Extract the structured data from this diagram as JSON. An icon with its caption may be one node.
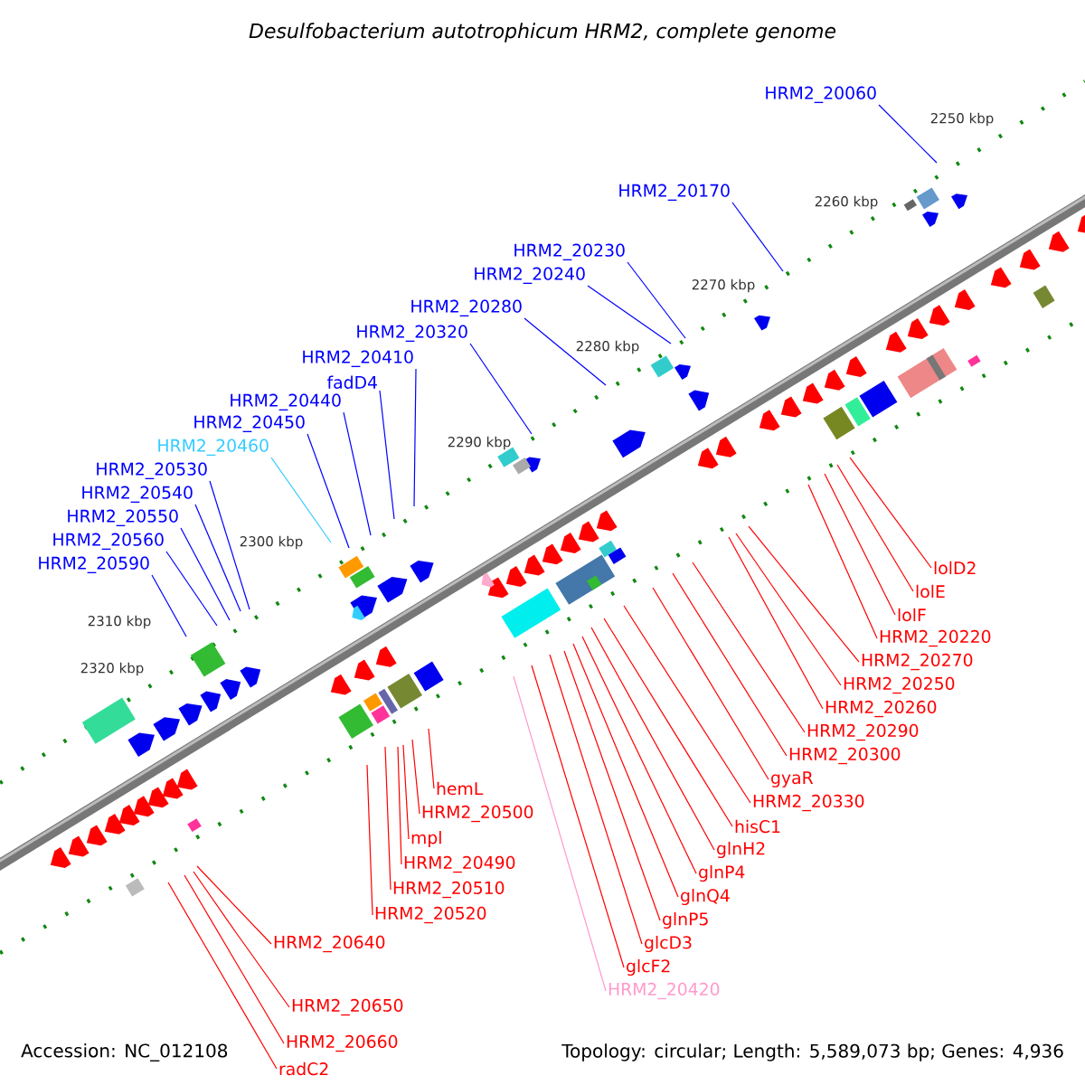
{
  "diagram": {
    "title": "Desulfobacterium autotrophicum HRM2, complete genome",
    "nodes": [
      {
        "text": [
          "HRM2_20060"
        ]
      },
      {
        "text": [
          "HRM2_20170"
        ]
      },
      {
        "text": [
          "HRM2_20230"
        ]
      },
      {
        "text": [
          "HRM2_20240"
        ]
      },
      {
        "text": [
          "HRM2_20280"
        ]
      },
      {
        "text": [
          "HRM2_20320"
        ]
      },
      {
        "text": [
          "HRM2_20410"
        ]
      },
      {
        "text": [
          "fadD4"
        ]
      },
      {
        "text": [
          "HRM2_20440"
        ]
      },
      {
        "text": [
          "HRM2_20450"
        ]
      },
      {
        "text": [
          "HRM2_20540"
        ]
      },
      {
        "text": [
          "HRM2_20460"
        ]
      },
      {
        "text": [
          "HRM2_20560"
        ]
      },
      {
        "text": [
          "HRM2_20530"
        ]
      },
      {
        "text": [
          "HRM2_20550"
        ]
      },
      {
        "text": [
          "HRM2_20590"
        ]
      },
      {
        "text": [
          "HRM2_20220"
        ]
      },
      {
        "text": [
          "lolD2"
        ]
      },
      {
        "text": [
          "lolE"
        ]
      },
      {
        "text": [
          "HRM2_20270"
        ]
      },
      {
        "text": [
          "lolF"
        ]
      },
      {
        "text": [
          "HRM2_20250"
        ]
      },
      {
        "text": [
          "HRM2_20260"
        ]
      },
      {
        "text": [
          "gyaR"
        ]
      },
      {
        "text": [
          "HRM2_20290"
        ]
      },
      {
        "text": [
          "hisC1"
        ]
      },
      {
        "text": [
          "glcF2"
        ]
      },
      {
        "text": [
          "HRM2_20300"
        ]
      },
      {
        "text": [
          "glnH2"
        ]
      },
      {
        "text": [
          "HRM2_20420"
        ]
      },
      {
        "text": [
          "hemL"
        ]
      },
      {
        "text": [
          "HRM2_20330"
        ]
      },
      {
        "text": [
          "glcD3"
        ]
      },
      {
        "text": [
          "glnP4"
        ]
      },
      {
        "text": [
          "HRM2_20500"
        ]
      },
      {
        "text": [
          "HRM2_20510"
        ]
      },
      {
        "text": [
          "glnQ4"
        ]
      },
      {
        "text": [
          "HRM2_20520"
        ]
      },
      {
        "text": [
          "mpl"
        ]
      },
      {
        "text": [
          "glnP5"
        ]
      },
      {
        "text": [
          "HRM2_20640"
        ]
      },
      {
        "text": [
          "HRM2_20490"
        ]
      },
      {
        "text": [
          "HRM2_20650"
        ]
      },
      {
        "text": [
          "HRM2_20660"
        ]
      },
      {
        "text": [
          "radC2"
        ]
      }
    ],
    "edges": [
      {
        "from": 0,
        "to": null,
        "arrow": "none",
        "color": "#0000ff"
      },
      {
        "from": 1,
        "to": null,
        "arrow": "none",
        "color": "#0000ff"
      },
      {
        "from": 2,
        "to": null,
        "arrow": "none",
        "color": "#0000ff"
      },
      {
        "from": 3,
        "to": null,
        "arrow": "none",
        "color": "#0000ff"
      },
      {
        "from": 4,
        "to": null,
        "arrow": "none",
        "color": "#0000ff"
      },
      {
        "from": 5,
        "to": null,
        "arrow": "none",
        "color": "#0000ff"
      },
      {
        "from": 6,
        "to": null,
        "arrow": "none",
        "color": "#0000ff"
      },
      {
        "from": 7,
        "to": null,
        "arrow": "none",
        "color": "#0000ff"
      },
      {
        "from": 8,
        "to": null,
        "arrow": "none",
        "color": "#0000ff"
      },
      {
        "from": 9,
        "to": null,
        "arrow": "none",
        "color": "#0000ff"
      },
      {
        "from": 10,
        "to": null,
        "arrow": "none",
        "color": "#0000ff"
      },
      {
        "from": 11,
        "to": null,
        "arrow": "none",
        "color": "#33ccff"
      },
      {
        "from": 12,
        "to": null,
        "arrow": "none",
        "color": "#0000ff"
      },
      {
        "from": 13,
        "to": null,
        "arrow": "none",
        "color": "#0000ff"
      },
      {
        "from": 14,
        "to": null,
        "arrow": "none",
        "color": "#0000ff"
      },
      {
        "from": 15,
        "to": null,
        "arrow": "none",
        "color": "#0000ff"
      },
      {
        "from": 16,
        "to": null,
        "arrow": "none"
      },
      {
        "from": 17,
        "to": null,
        "arrow": "none"
      },
      {
        "from": 18,
        "to": null,
        "arrow": "none"
      },
      {
        "from": 19,
        "to": null,
        "arrow": "none"
      },
      {
        "from": 20,
        "to": null,
        "arrow": "none"
      },
      {
        "from": 21,
        "to": null,
        "arrow": "none"
      },
      {
        "from": 22,
        "to": null,
        "arrow": "none"
      },
      {
        "from": 23,
        "to": null,
        "arrow": "none"
      },
      {
        "from": 24,
        "to": null,
        "arrow": "none"
      },
      {
        "from": 25,
        "to": null,
        "arrow": "none"
      },
      {
        "from": 26,
        "to": null,
        "arrow": "none"
      },
      {
        "from": 27,
        "to": null,
        "arrow": "none"
      },
      {
        "from": 28,
        "to": null,
        "arrow": "none"
      },
      {
        "from": 29,
        "to": null,
        "arrow": "none",
        "color": "#ff99cc"
      },
      {
        "from": 30,
        "to": null,
        "arrow": "none"
      },
      {
        "from": 31,
        "to": null,
        "arrow": "none"
      },
      {
        "from": 32,
        "to": null,
        "arrow": "none"
      },
      {
        "from": 33,
        "to": null,
        "arrow": "none"
      },
      {
        "from": 34,
        "to": null,
        "arrow": "none"
      },
      {
        "from": 35,
        "to": null,
        "arrow": "none"
      },
      {
        "from": 36,
        "to": null,
        "arrow": "none"
      },
      {
        "from": 37,
        "to": null,
        "arrow": "none"
      },
      {
        "from": 38,
        "to": null,
        "arrow": "none"
      },
      {
        "from": 39,
        "to": null,
        "arrow": "none"
      },
      {
        "from": 40,
        "to": null,
        "arrow": "none"
      },
      {
        "from": 41,
        "to": null,
        "arrow": "none"
      },
      {
        "from": 42,
        "to": null,
        "arrow": "none"
      },
      {
        "from": 43,
        "to": null,
        "arrow": "none"
      },
      {
        "from": 44,
        "to": null,
        "arrow": "none"
      }
    ],
    "labels": [
      "2250 kbp",
      "2260 kbp",
      "2270 kbp",
      "2280 kbp",
      "2290 kbp",
      "2300 kbp",
      "2310 kbp",
      "2320 kbp",
      "Accession: NC_012108",
      "Topology: circular; Length: 5,589,073 bp; Genes: 4,936"
    ]
  }
}
